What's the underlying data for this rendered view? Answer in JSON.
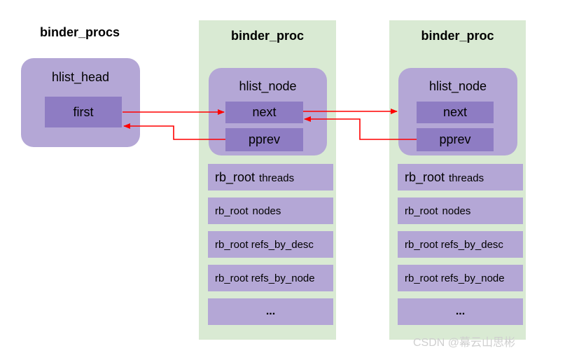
{
  "left": {
    "title": "binder_procs",
    "head_label": "hlist_head",
    "first_label": "first"
  },
  "procs": [
    {
      "title": "binder_proc",
      "node_label": "hlist_node",
      "next_label": "next",
      "pprev_label": "pprev",
      "fields": [
        {
          "type": "rb_root",
          "name": "threads"
        },
        {
          "type": "rb_root",
          "name": "nodes"
        },
        {
          "type": "rb_root",
          "name": "refs_by_desc"
        },
        {
          "type": "rb_root",
          "name": "refs_by_node"
        },
        {
          "type": "",
          "name": "..."
        }
      ]
    },
    {
      "title": "binder_proc",
      "node_label": "hlist_node",
      "next_label": "next",
      "pprev_label": "pprev",
      "fields": [
        {
          "type": "rb_root",
          "name": "threads"
        },
        {
          "type": "rb_root",
          "name": "nodes"
        },
        {
          "type": "rb_root",
          "name": "refs_by_desc"
        },
        {
          "type": "rb_root",
          "name": "refs_by_node"
        },
        {
          "type": "",
          "name": "..."
        }
      ]
    }
  ],
  "watermark": "CSDN @幕云山思彬",
  "colors": {
    "panel": "#d9ead3",
    "box": "#b4a7d6",
    "inner": "#8e7cc3",
    "arrow": "#ff0000"
  }
}
